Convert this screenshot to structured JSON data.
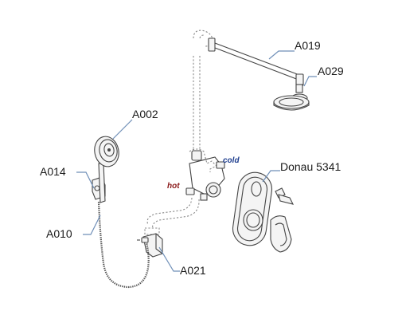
{
  "labels": {
    "a002": "A002",
    "a014": "A014",
    "a010": "A010",
    "a021": "A021",
    "a019": "A019",
    "a029": "A029",
    "donau": "Donau 5341",
    "hot": "hot",
    "cold": "cold"
  },
  "colors": {
    "leader": "#6f8fb8",
    "hot": "#8b1a1a",
    "cold": "#1f3f8f",
    "stroke": "#444444",
    "dashed": "#8a8a8a"
  }
}
